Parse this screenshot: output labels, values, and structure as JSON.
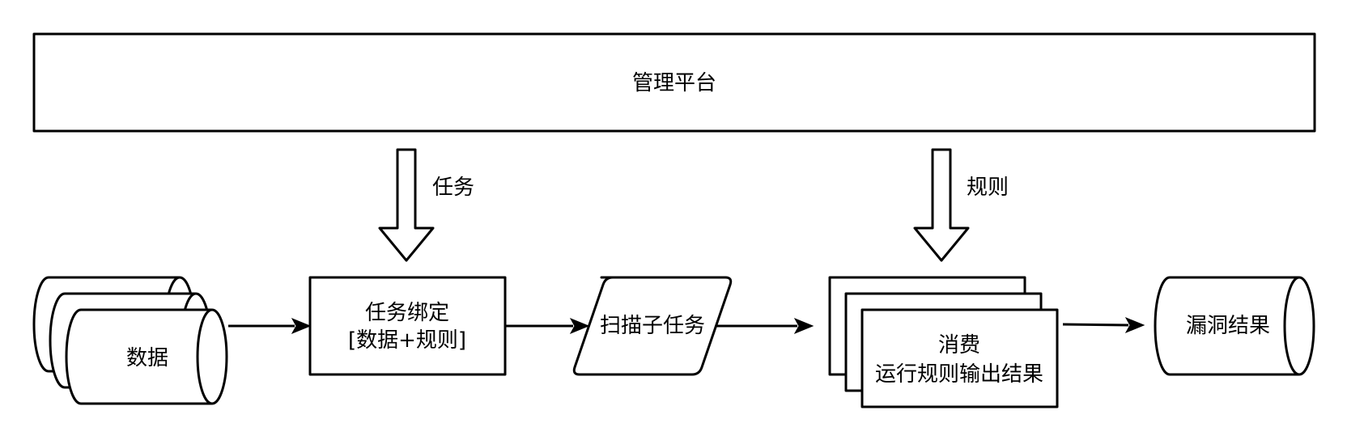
{
  "nodes": {
    "platform": {
      "label": "管理平台"
    },
    "data": {
      "label": "数据"
    },
    "bind": {
      "line1": "任务绑定",
      "line2": "[数据+规则]"
    },
    "scan": {
      "label": "扫描子任务"
    },
    "consume": {
      "line1": "消费",
      "line2": "运行规则输出结果"
    },
    "result": {
      "label": "漏洞结果"
    }
  },
  "edges": {
    "task": {
      "label": "任务"
    },
    "rule": {
      "label": "规则"
    }
  }
}
